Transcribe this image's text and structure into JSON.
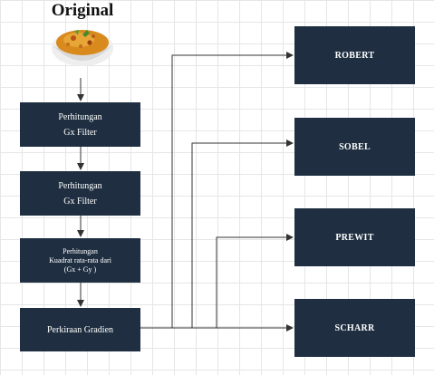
{
  "diagram": {
    "title": "Original",
    "steps": [
      {
        "lines": [
          "Perhitungan",
          "Gx Filter"
        ]
      },
      {
        "lines": [
          "Perhitungan",
          "Gx Filter"
        ]
      },
      {
        "lines": [
          "Perhitungan",
          "Kuadrat rata-rata dari",
          "(Gx + Gy )"
        ]
      },
      {
        "lines": [
          "Perkiraan Gradien"
        ]
      }
    ],
    "outputs": [
      "ROBERT",
      "SOBEL",
      "PREWIT",
      "SCHARR"
    ],
    "colors": {
      "box": "#1f2f41",
      "box_text": "#ffffff",
      "connector": "#333333"
    }
  }
}
